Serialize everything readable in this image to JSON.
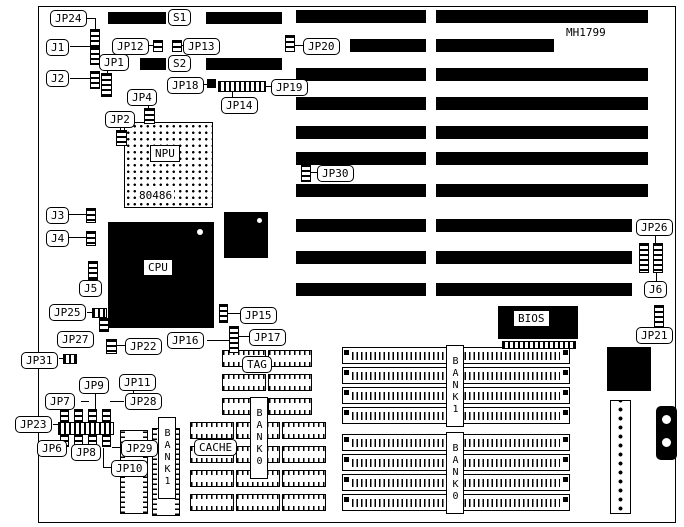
{
  "board": {
    "model": "MH1799"
  },
  "slots": {
    "s1": "S1",
    "s2": "S2"
  },
  "callouts": {
    "jp24": "JP24",
    "j1": "J1",
    "jp12": "JP12",
    "jp13": "JP13",
    "jp20": "JP20",
    "jp1": "JP1",
    "j2": "J2",
    "jp18": "JP18",
    "jp19": "JP19",
    "jp4": "JP4",
    "jp14": "JP14",
    "jp2": "JP2",
    "jp30": "JP30",
    "j3": "J3",
    "j4": "J4",
    "j5": "J5",
    "jp25": "JP25",
    "jp15": "JP15",
    "jp27": "JP27",
    "jp22": "JP22",
    "jp16": "JP16",
    "jp17": "JP17",
    "jp31": "JP31",
    "jp9": "JP9",
    "jp11": "JP11",
    "jp7": "JP7",
    "jp28": "JP28",
    "jp23": "JP23",
    "jp6": "JP6",
    "jp8": "JP8",
    "jp29": "JP29",
    "jp10": "JP10",
    "jp26": "JP26",
    "j6": "J6",
    "jp21": "JP21"
  },
  "chips": {
    "npu_label": "NPU",
    "npu_part": "80486",
    "cpu_label": "CPU",
    "bios_label": "BIOS",
    "tag_label": "TAG",
    "cache_label": "CACHE"
  },
  "memory": {
    "bank1_left": "BANK1",
    "bank0_left": "BANK0",
    "bank1_right": "BANK1",
    "bank0_right": "BANK0"
  }
}
